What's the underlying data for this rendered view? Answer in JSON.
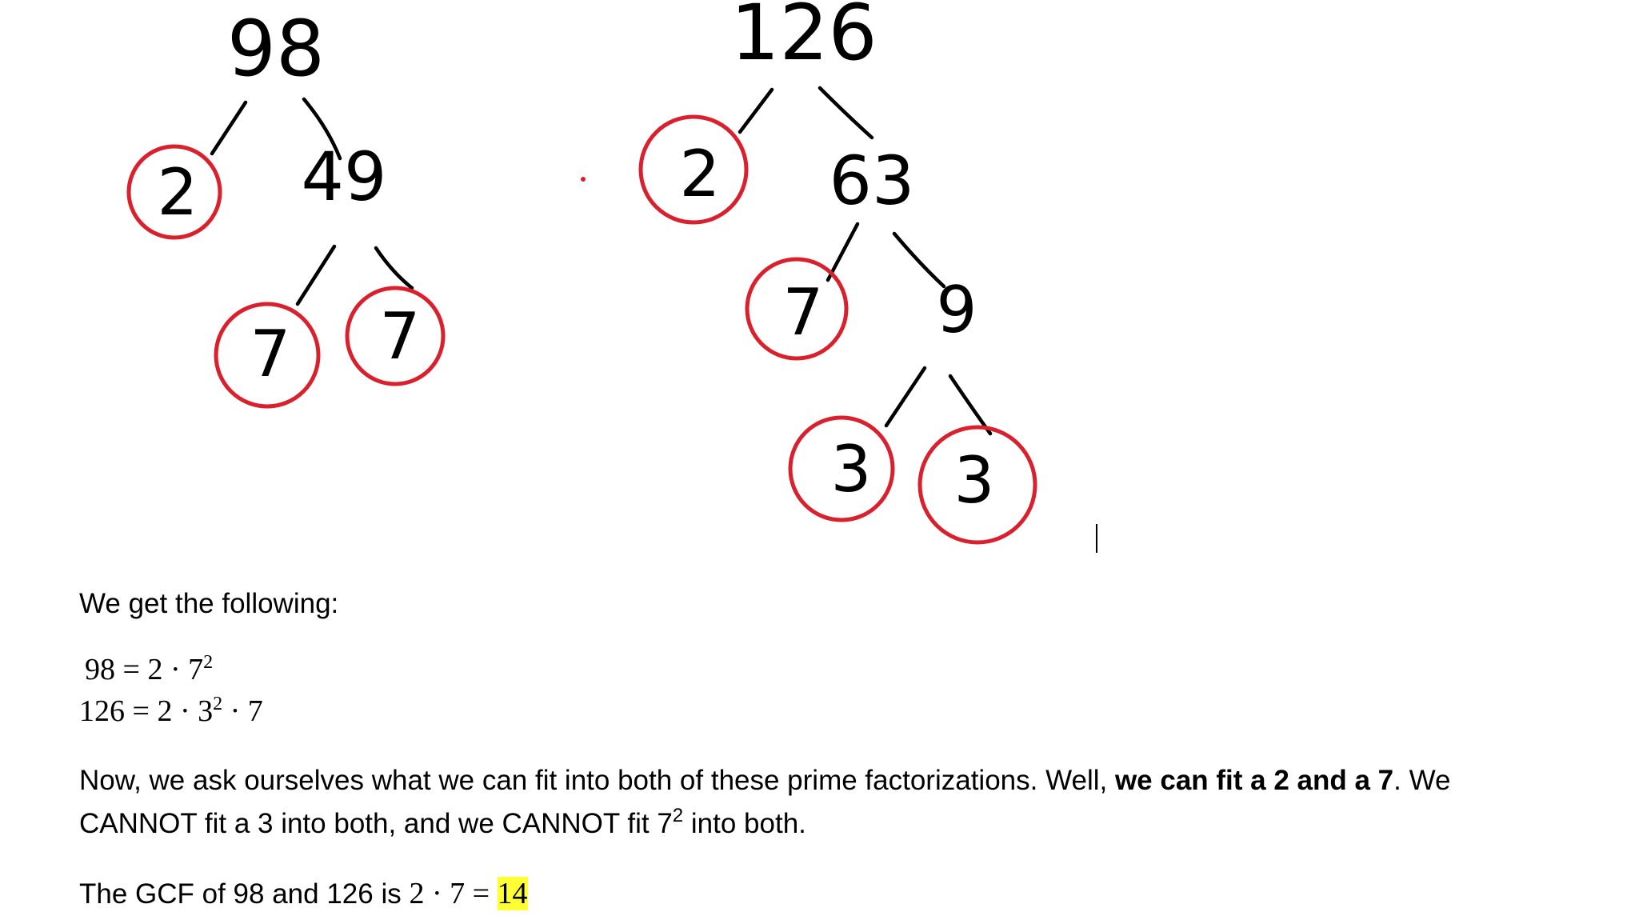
{
  "colors": {
    "circle": "#d9202c",
    "ink": "#000000",
    "highlight": "#ffff33"
  },
  "tree1": {
    "root": "98",
    "left": "2",
    "right": "49",
    "right_left": "7",
    "right_right": "7"
  },
  "tree2": {
    "root": "126",
    "left": "2",
    "right": "63",
    "right_left": "7",
    "right_right": "9",
    "leaf_left": "3",
    "leaf_right": "3"
  },
  "intro": "We get the following:",
  "eq1": {
    "lhs": "98",
    "rhs_a": "2 · 7",
    "exp": "2"
  },
  "eq2": {
    "lhs": "126",
    "rhs_a": "2 · 3",
    "exp": "2",
    "rhs_b": " · 7"
  },
  "para": {
    "part1": "Now, we ask ourselves what we can fit into both of these prime factorizations. Well, ",
    "bold": "we can fit a 2 and a 7",
    "part2": ". We",
    "line2a": "CANNOT fit a 3 into both, and we CANNOT fit 7",
    "exp": "2",
    "line2b": " into both."
  },
  "answer": {
    "text": "The GCF of 98 and 126 is ",
    "expr": "2 · 7 = ",
    "result": "14"
  }
}
